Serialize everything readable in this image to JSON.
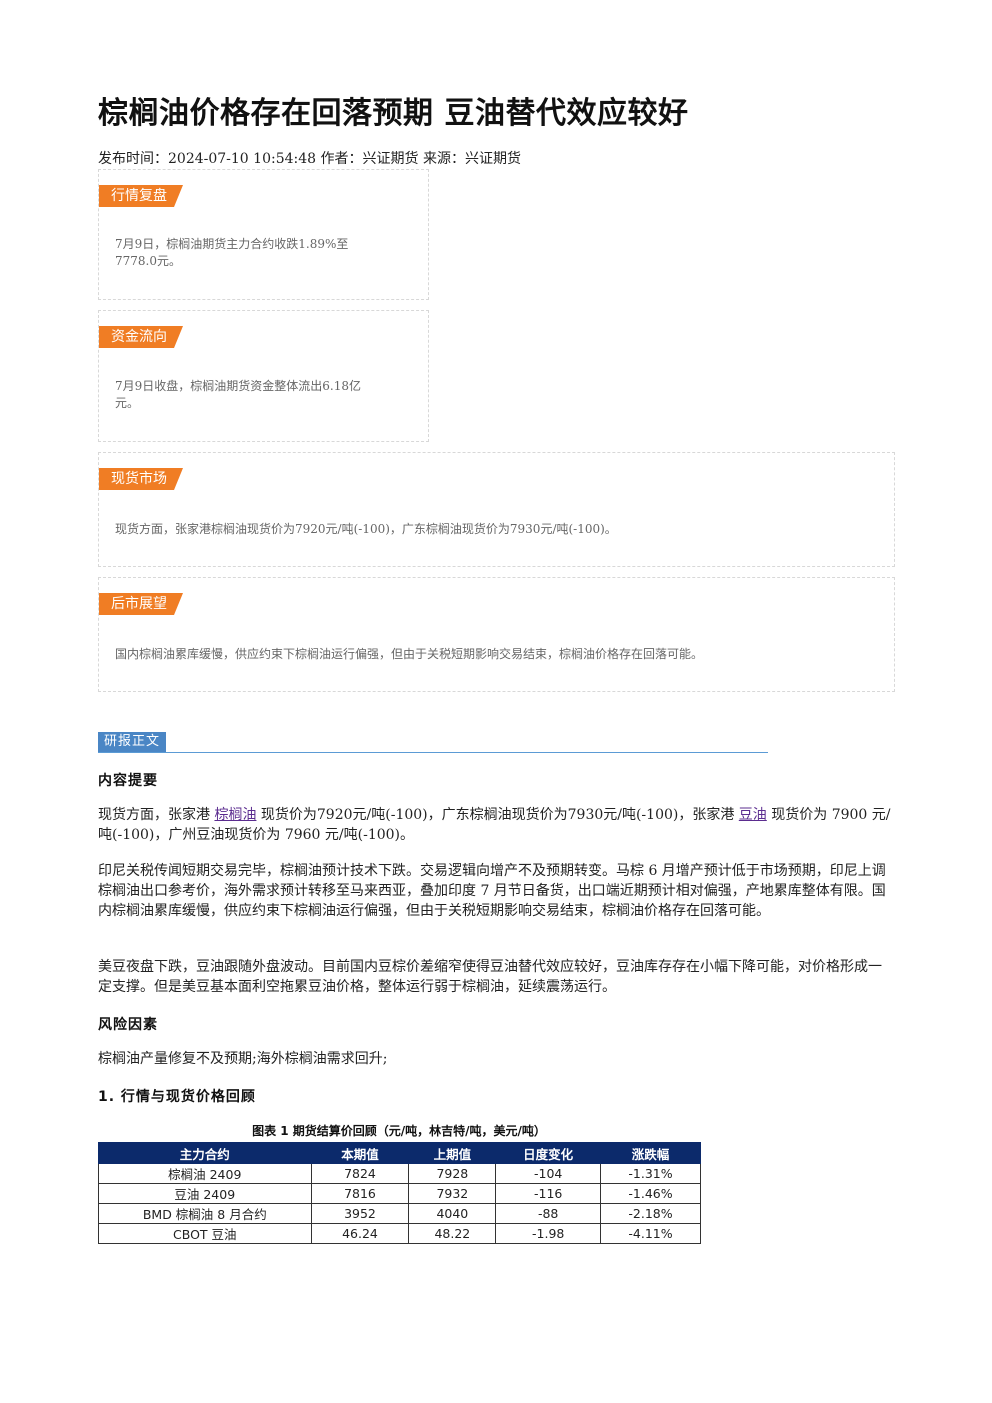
{
  "article": {
    "title": "棕榈油价格存在回落预期 豆油替代效应较好",
    "meta": "发布时间：2024-07-10 10:54:48 作者：兴证期货 来源：兴证期货"
  },
  "cards": [
    {
      "tag": "行情复盘",
      "lines": [
        "7月9日，棕榈油期货主力合约收跌1.89%至",
        "7778.0元。"
      ]
    },
    {
      "tag": "资金流向",
      "lines": [
        "7月9日收盘，棕榈油期货资金整体流出6.18亿",
        "元。"
      ]
    },
    {
      "tag": "现货市场",
      "lines": [
        "现货方面，张家港棕榈油现货价为7920元/吨(-100)，广东棕榈油现货价为7930元/吨(-100)。"
      ]
    },
    {
      "tag": "后市展望",
      "lines": [
        "国内棕榈油累库缓慢，供应约束下棕榈油运行偏强，但由于关税短期影响交易结束，棕榈油价格存在回落可能。"
      ]
    }
  ],
  "report": {
    "section_tag": "研报正文",
    "summary_heading": "内容提要",
    "p1": {
      "a": "现货方面，张家港 ",
      "link1": "棕榈油",
      "b": " 现货价为7920元/吨(-100)，广东棕榈油现货价为7930元/吨(-100)，张家港 ",
      "link2": "豆油",
      "c": " 现货价为 7900 元/吨(-100)，广州豆油现货价为 7960 元/吨(-100)。"
    },
    "p2": "印尼关税传闻短期交易完毕，棕榈油预计技术下跌。交易逻辑向增产不及预期转变。马棕 6 月增产预计低于市场预期，印尼上调棕榈油出口参考价，海外需求预计转移至马来西亚，叠加印度 7 月节日备货，出口端近期预计相对偏强，产地累库整体有限。国内棕榈油累库缓慢，供应约束下棕榈油运行偏强，但由于关税短期影响交易结束，棕榈油价格存在回落可能。",
    "p3": "美豆夜盘下跌，豆油跟随外盘波动。目前国内豆棕价差缩窄使得豆油替代效应较好，豆油库存存在小幅下降可能，对价格形成一定支撑。但是美豆基本面利空拖累豆油价格，整体运行弱于棕榈油，延续震荡运行。",
    "risk_heading": "风险因素",
    "risk_text": "棕榈油产量修复不及预期;海外棕榈油需求回升;",
    "section1_heading": "1. 行情与现货价格回顾"
  },
  "table": {
    "caption": "图表 1  期货结算价回顾（元/吨，林吉特/吨，美元/吨）",
    "headers": [
      "主力合约",
      "本期值",
      "上期值",
      "日度变化",
      "涨跌幅"
    ],
    "rows": [
      [
        "棕榈油 2409",
        "7824",
        "7928",
        "-104",
        "-1.31%"
      ],
      [
        "豆油 2409",
        "7816",
        "7932",
        "-116",
        "-1.46%"
      ],
      [
        "BMD 棕榈油 8 月合约",
        "3952",
        "4040",
        "-88",
        "-2.18%"
      ],
      [
        "CBOT 豆油",
        "46.24",
        "48.22",
        "-1.98",
        "-4.11%"
      ]
    ]
  }
}
